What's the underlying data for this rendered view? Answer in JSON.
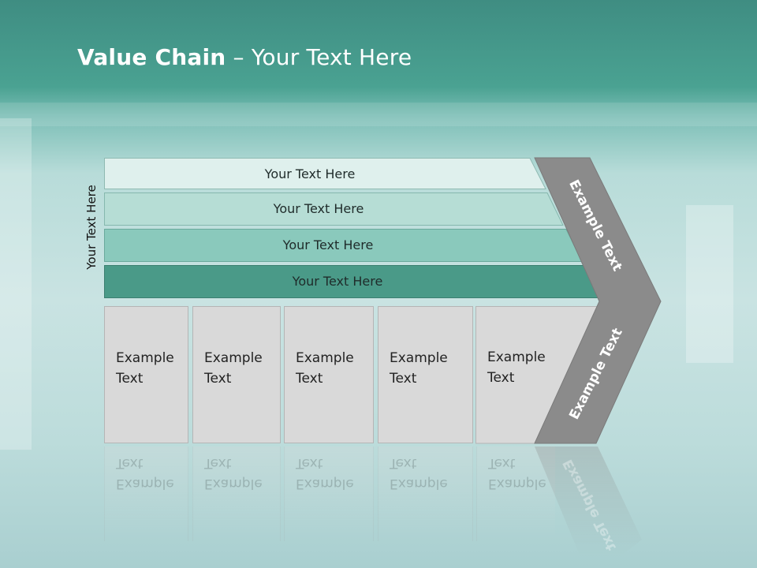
{
  "slide": {
    "title_bold": "Value Chain",
    "title_dash": "–",
    "title_rest": "Your Text Here",
    "side_label": "Your Text Here",
    "rows": [
      "Your Text Here",
      "Your Text Here",
      "Your Text Here",
      "Your Text Here"
    ],
    "boxes": [
      "Example\nText",
      "Example\nText",
      "Example\nText",
      "Example\nText",
      "Example\nText"
    ],
    "chevron_upper": "Example Text",
    "chevron_lower": "Example Text",
    "row_colors": [
      "#dff0ed",
      "#b6ddd5",
      "#8ac9bc",
      "#4a9a88"
    ],
    "chevron_color": "#8b8b8b",
    "box_color": "#d9d9d9"
  }
}
